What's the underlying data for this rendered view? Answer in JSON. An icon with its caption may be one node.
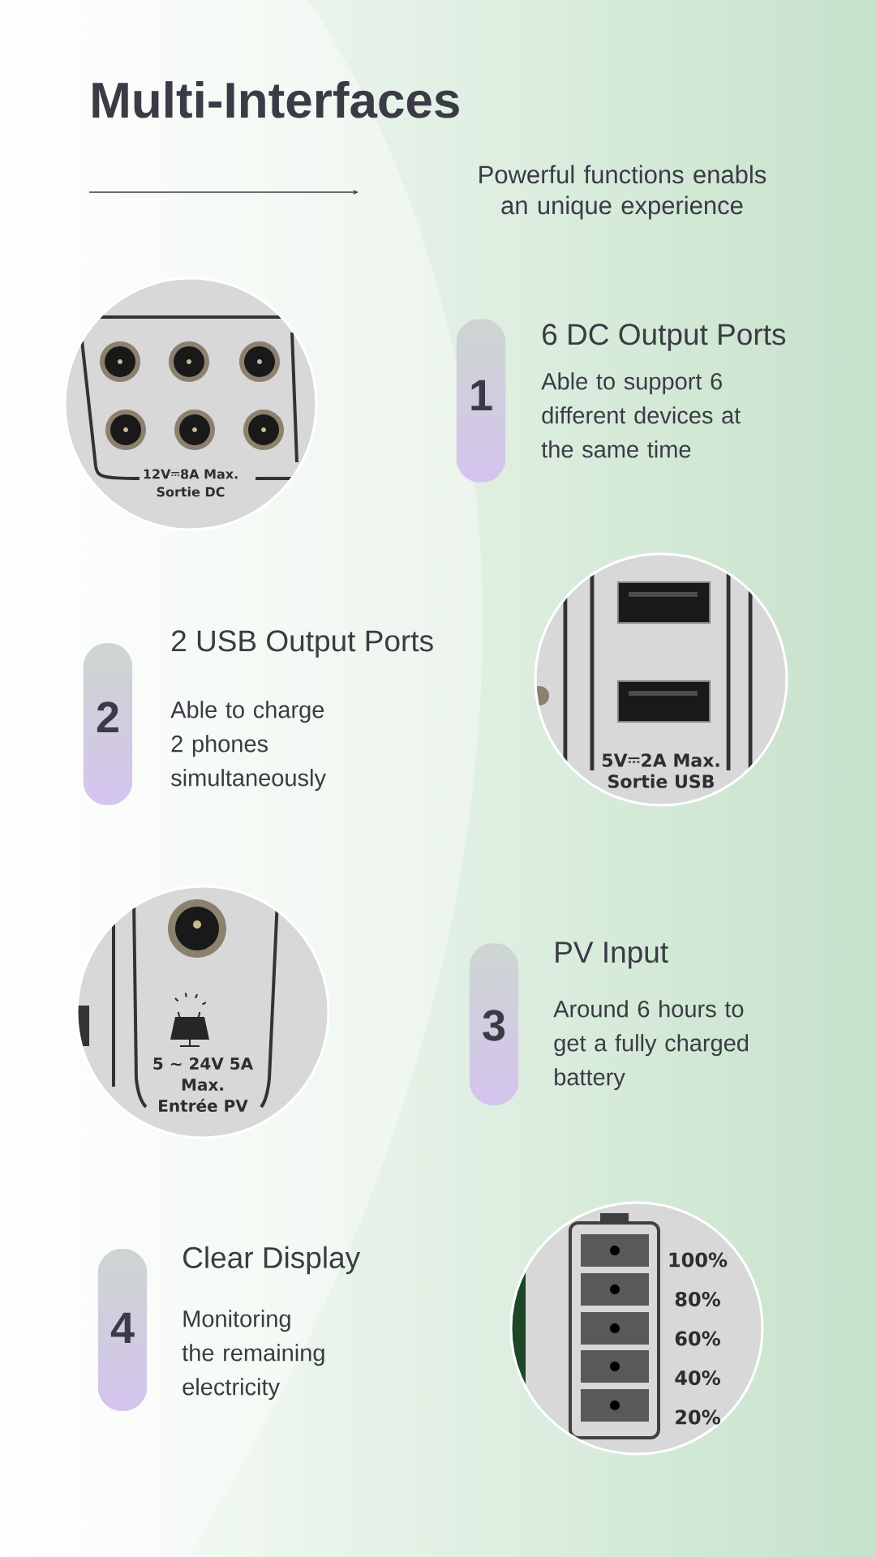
{
  "diagram": {
    "title": "Multi-Interfaces",
    "nodes": [
      {
        "text": [
          "12V",
          "8A Max.",
          "Sortie DC"
        ]
      },
      {
        "text": [
          "1"
        ],
        "beside": [
          "6 DC Output Ports",
          "Able to support 6 different devices at the same time"
        ]
      },
      {
        "text": [
          "2"
        ],
        "beside": [
          "2 USB Output Ports",
          "Able to charge 2 phones simultaneously"
        ]
      },
      {
        "text": [
          "5V",
          "2A Max.",
          "Sortie USB"
        ]
      },
      {
        "text": [
          "5 ~ 24V 5A Max. Entrée PV"
        ]
      },
      {
        "text": [
          "3"
        ],
        "beside": [
          "PV Input",
          "Around 6 hours to get a fully charged battery"
        ]
      },
      {
        "text": [
          "4"
        ],
        "beside": [
          "Clear Display",
          "Monitoring the remaining electricity"
        ]
      },
      {
        "text": [
          "100%",
          "80%",
          "60%",
          "40%",
          "20%"
        ]
      }
    ],
    "labels": [
      "Powerful functions enabls an unique experience"
    ]
  }
}
